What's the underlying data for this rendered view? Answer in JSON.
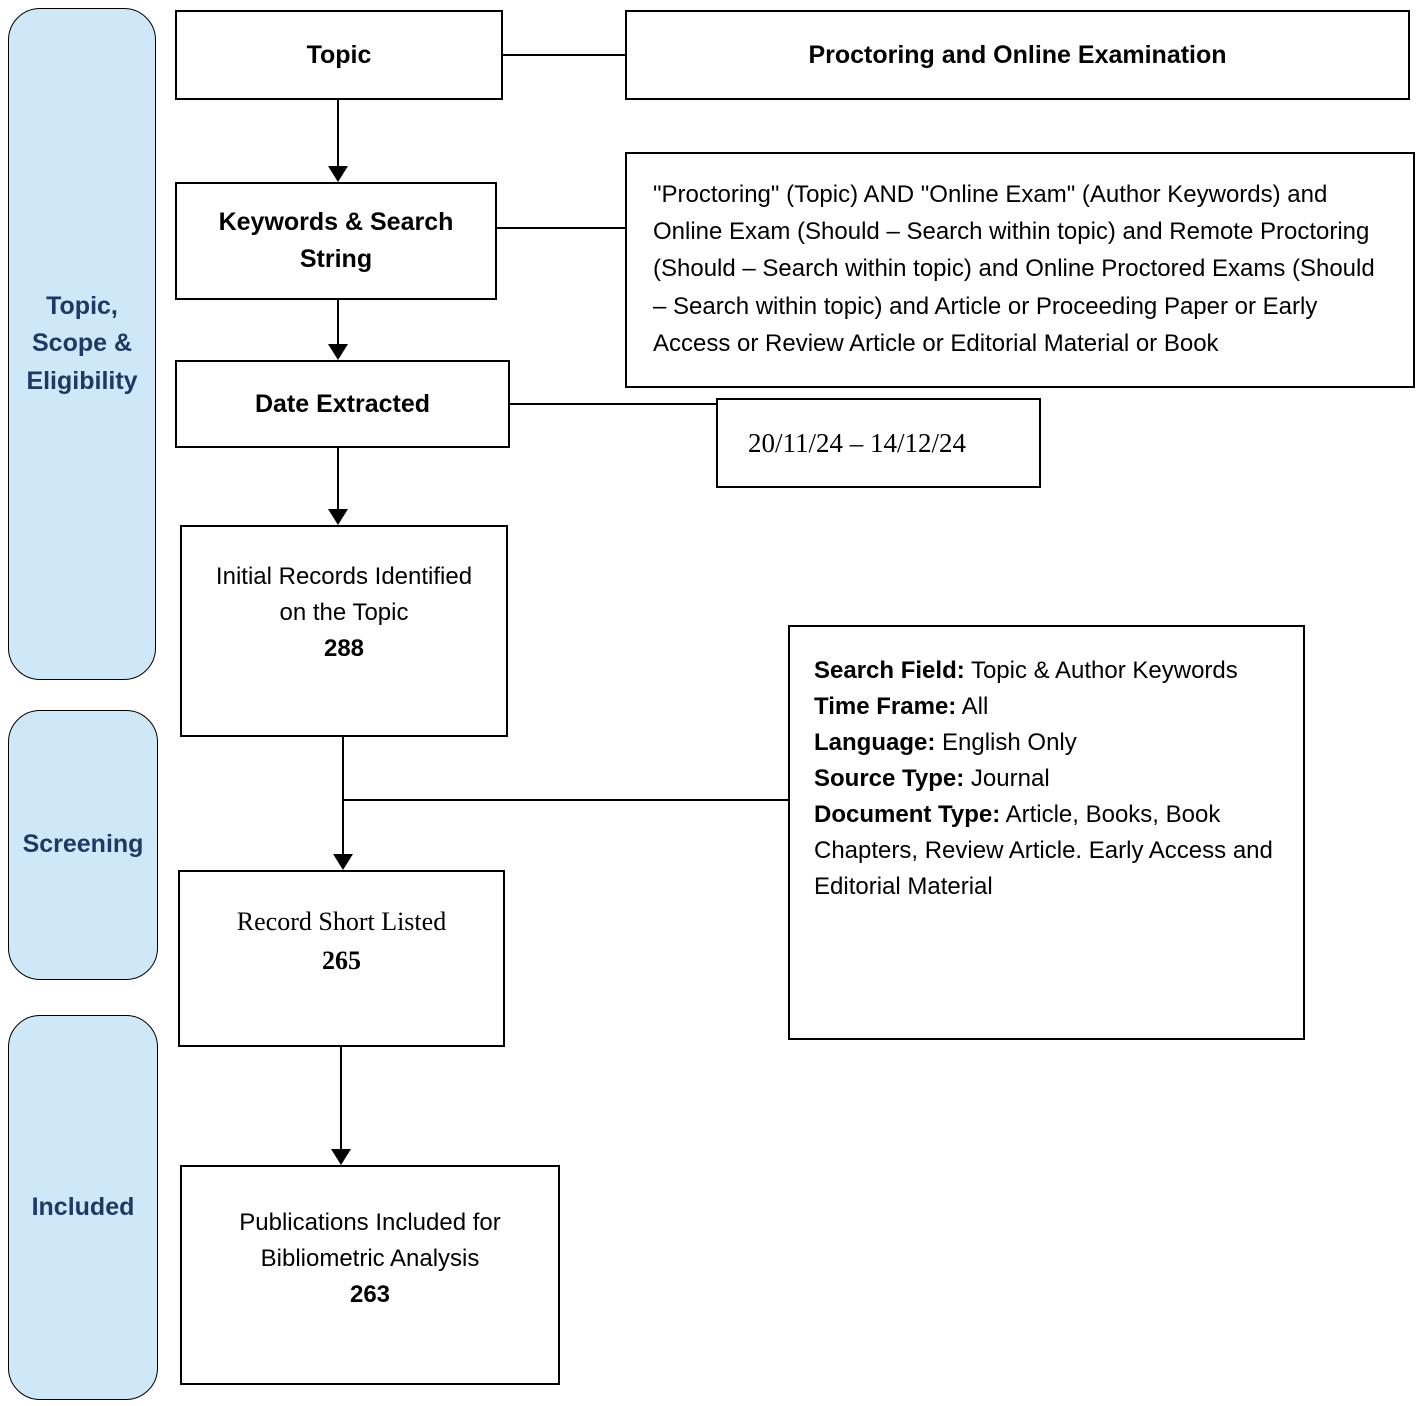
{
  "sidebar": {
    "stages": [
      {
        "label": "Topic,\nScope &\nEligibility"
      },
      {
        "label": "Screening"
      },
      {
        "label": "Included"
      }
    ]
  },
  "flow": {
    "topic": {
      "label": "Topic"
    },
    "keywords": {
      "label": "Keywords & Search\nString"
    },
    "date_extracted": {
      "label": "Date Extracted"
    },
    "initial_records": {
      "label": "Initial Records Identified\non the Topic",
      "count": "288"
    },
    "shortlisted": {
      "label": "Record Short Listed",
      "count": "265"
    },
    "included": {
      "label": "Publications Included for\nBibliometric Analysis",
      "count": "263"
    }
  },
  "annotations": {
    "topic_value": "Proctoring and Online Examination",
    "search_string": "\"Proctoring\" (Topic) AND \"Online Exam\" (Author Keywords) and Online Exam (Should – Search within topic) and Remote Proctoring (Should – Search within topic) and Online Proctored Exams (Should – Search within topic) and Article or Proceeding Paper or Early Access or Review Article or Editorial Material or Book",
    "date_range": "20/11/24 – 14/12/24",
    "criteria": [
      {
        "label": "Search Field:",
        "value": " Topic & Author Keywords"
      },
      {
        "label": "Time Frame:",
        "value": " All"
      },
      {
        "label": "Language:",
        "value": " English Only"
      },
      {
        "label": "Source Type:",
        "value": " Journal"
      },
      {
        "label": "Document Type:",
        "value": " Article, Books, Book Chapters, Review Article. Early Access and Editorial Material"
      }
    ]
  },
  "colors": {
    "stage_fill": "#cfe8f8",
    "stage_text": "#1f3864",
    "line": "#000000"
  }
}
